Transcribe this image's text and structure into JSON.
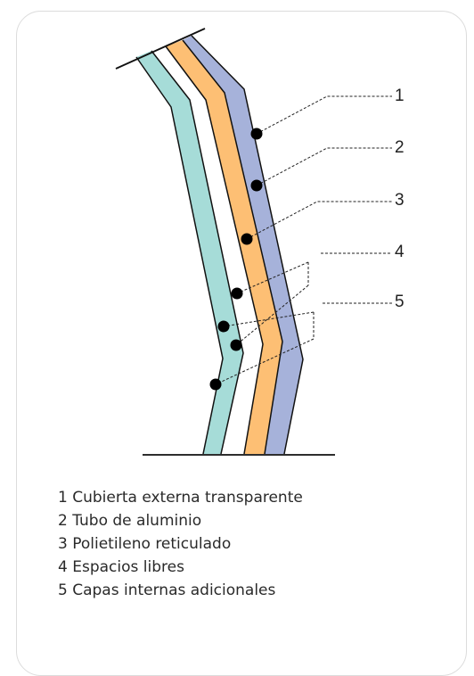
{
  "colors": {
    "outer_cover": "#a6b2da",
    "pe_layer": "#fdbf74",
    "inner_layer": "#a6dcd8",
    "stroke": "#111111",
    "card_border": "#dcdcdc"
  },
  "callouts": [
    {
      "number": "1"
    },
    {
      "number": "2"
    },
    {
      "number": "3"
    },
    {
      "number": "4"
    },
    {
      "number": "5"
    }
  ],
  "legend": [
    "1 Cubierta externa transparente",
    "2 Tubo de aluminio",
    "3 Polietileno reticulado",
    "4 Espacios libres",
    "5 Capas internas adicionales"
  ]
}
